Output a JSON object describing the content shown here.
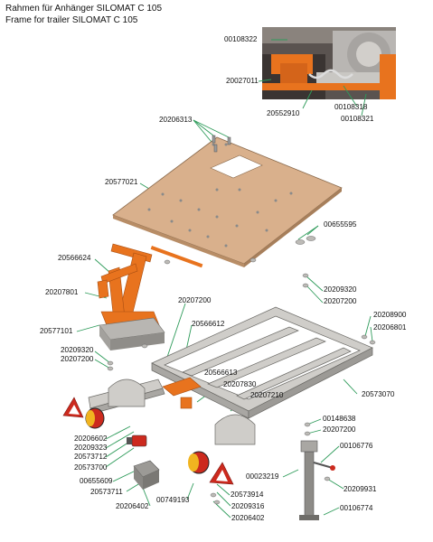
{
  "title": {
    "line1": "Rahmen für Anhänger SILOMAT C 105",
    "line2": "Frame for trailer SILOMAT C 105"
  },
  "colors": {
    "orange_parts": "#e8731e",
    "plate": "#d9b08c",
    "frame": "#c9c7c3",
    "red_reflector": "#cc2a1e"
  },
  "part_numbers": {
    "p00108322": "00108322",
    "p20027011": "20027011",
    "p20552910": "20552910",
    "p00108318": "00108318",
    "p00108321": "00108321",
    "p20206313": "20206313",
    "p20577021": "20577021",
    "p00655595": "00655595",
    "p20566624": "20566624",
    "p20209320a": "20209320",
    "p20207200a": "20207200",
    "p20207801": "20207801",
    "p20207200b": "20207200",
    "p20208900": "20208900",
    "p20566612": "20566612",
    "p20206801": "20206801",
    "p20577101": "20577101",
    "p20209320b": "20209320",
    "p20207200c": "20207200",
    "p20566613": "20566613",
    "p20207830": "20207830",
    "p20207210": "20207210",
    "p20573070": "20573070",
    "p00148638": "00148638",
    "p20207200d": "20207200",
    "p20206602": "20206602",
    "p20209323": "20209323",
    "p20573712": "20573712",
    "p00106776": "00106776",
    "p20573700": "20573700",
    "p00655609": "00655609",
    "p00023219": "00023219",
    "p20209931": "20209931",
    "p20573711": "20573711",
    "p20573914": "20573914",
    "p00749193": "00749193",
    "p20209316": "20209316",
    "p20206402a": "20206402",
    "p00106774": "00106774",
    "p20206402b": "20206402"
  }
}
